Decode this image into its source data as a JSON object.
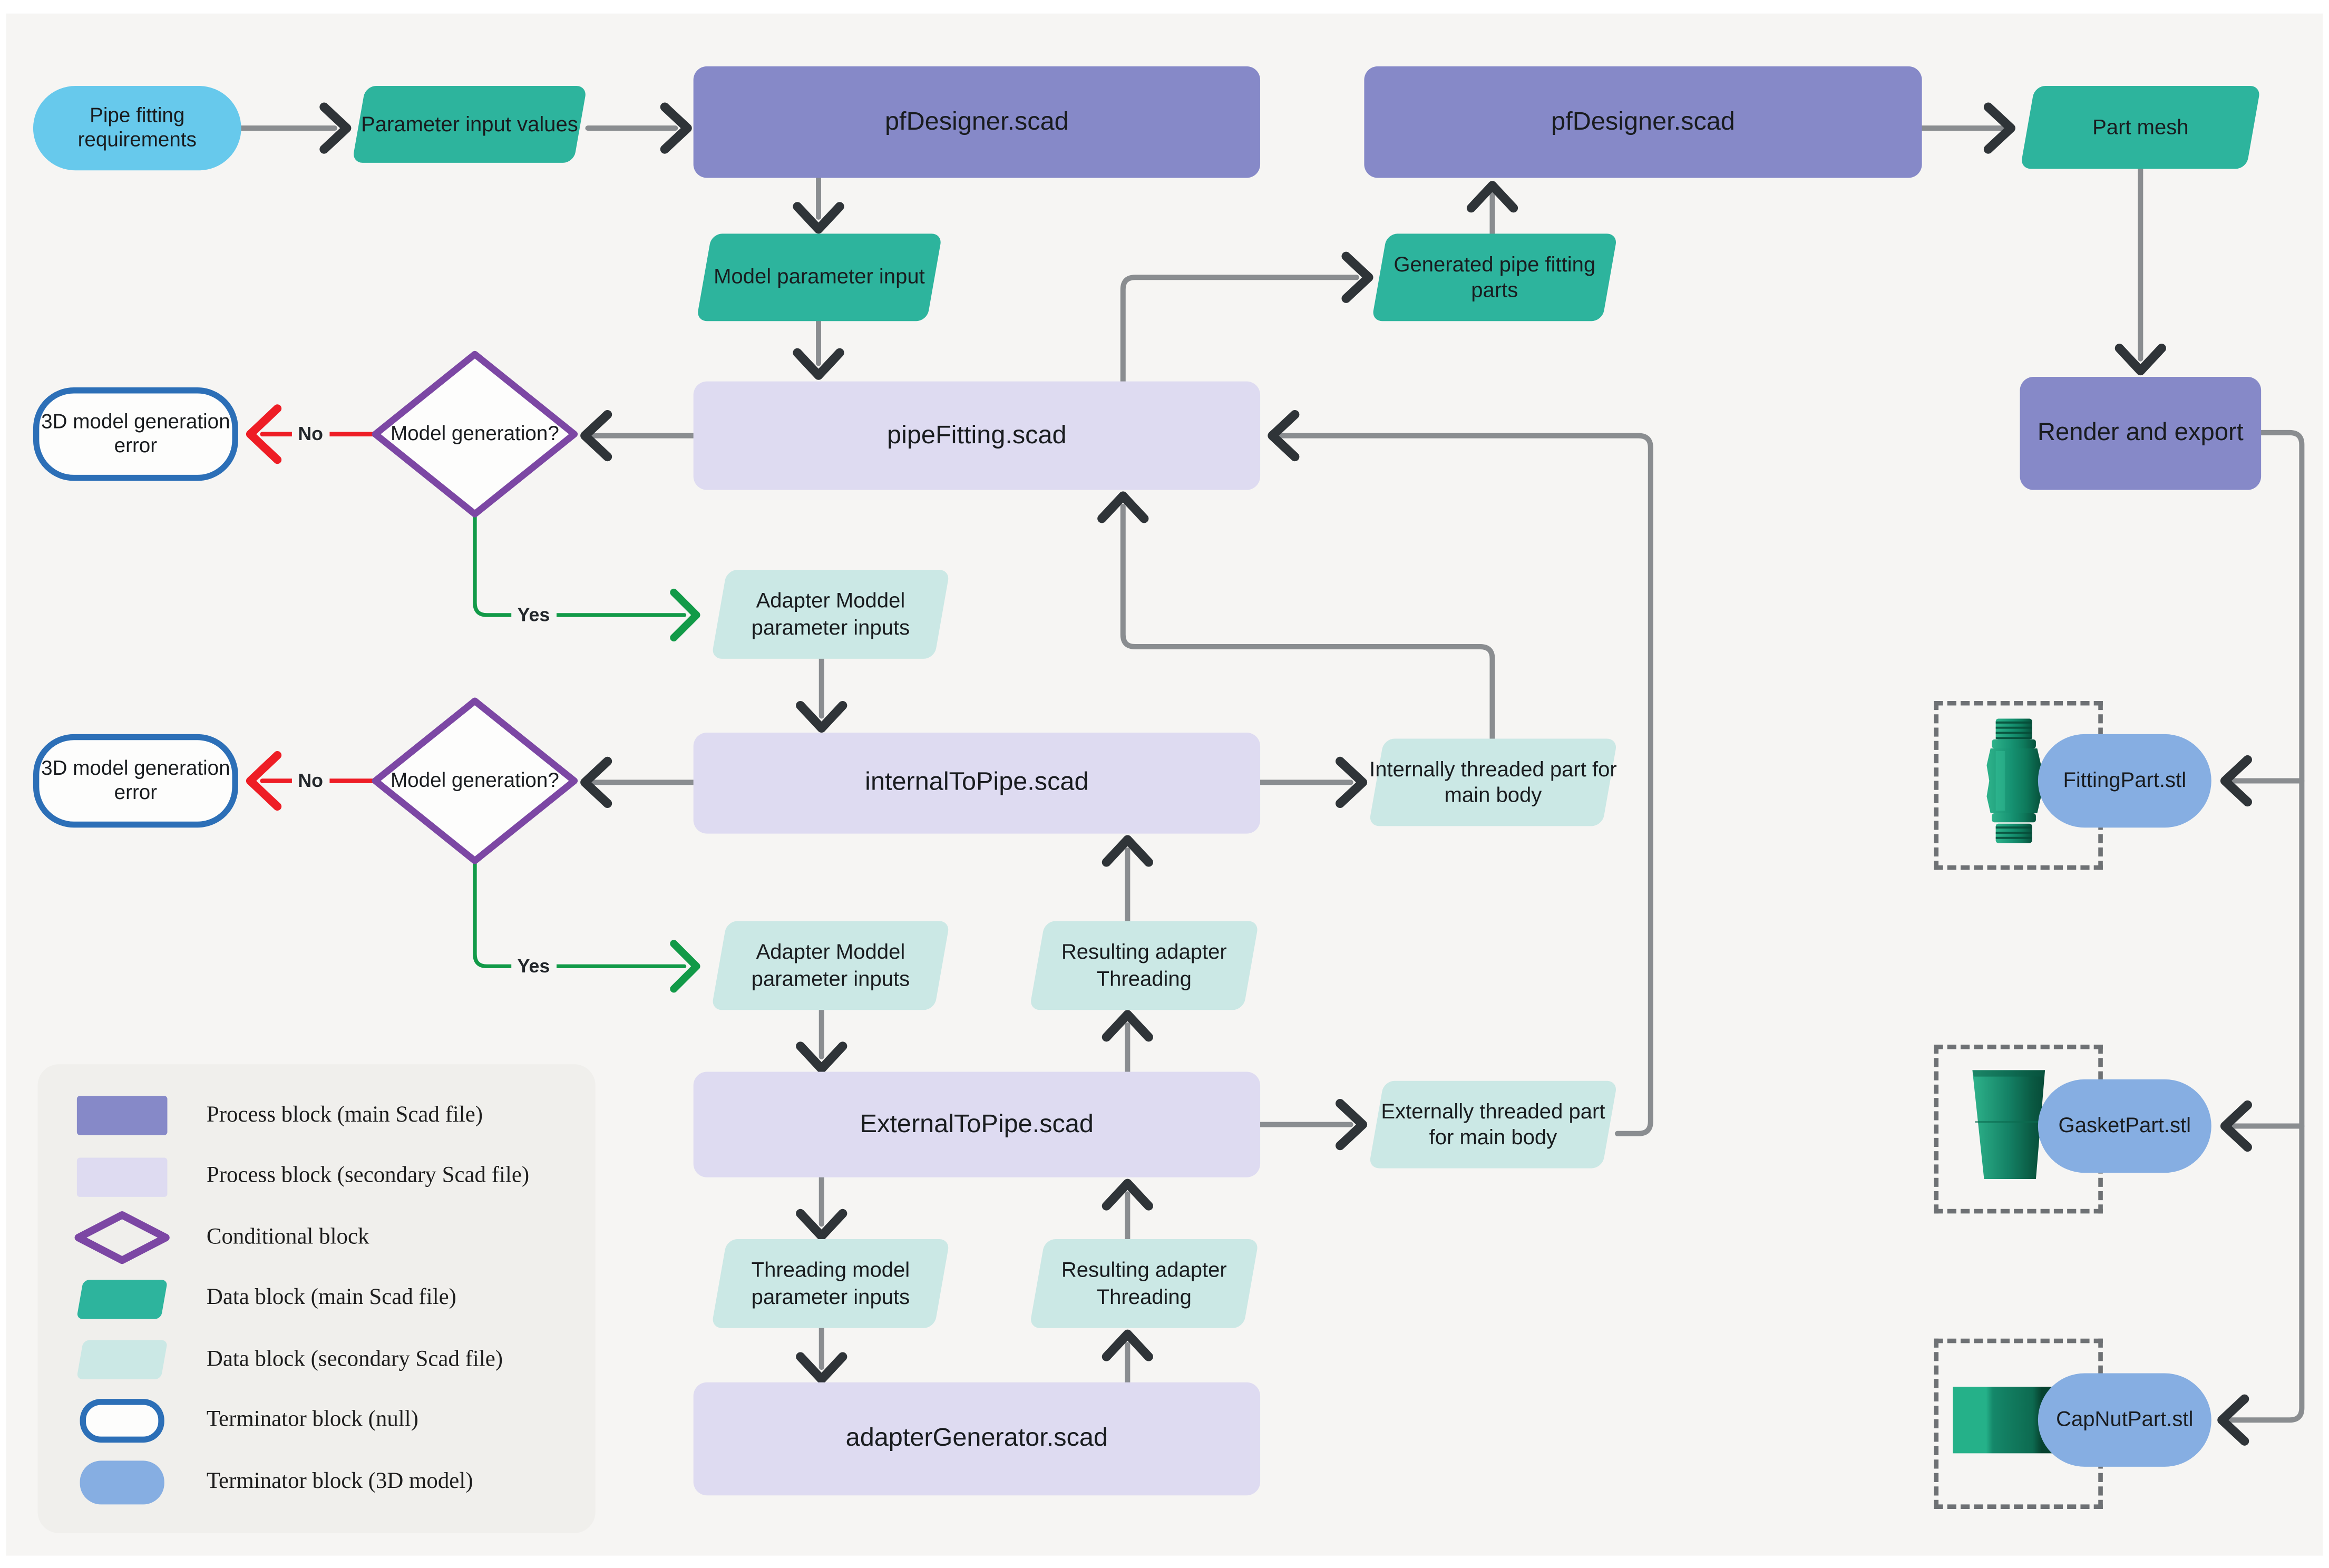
{
  "nodes": {
    "start": "Pipe fitting requirements",
    "param_values": "Parameter input values",
    "pf_designer_main": "pfDesigner.scad",
    "pf_designer_render": "pfDesigner.scad",
    "part_mesh": "Part mesh",
    "model_param_input": "Model parameter input",
    "generated_parts": "Generated pipe fitting parts",
    "pipe_fitting": "pipeFitting.scad",
    "render_export": "Render and export",
    "error_1": "3D model generation error",
    "error_2": "3D model generation error",
    "cond_1": "Model generation?",
    "cond_2": "Model generation?",
    "adapter_inputs_1": "Adapter Moddel parameter inputs",
    "adapter_inputs_2": "Adapter Moddel parameter inputs",
    "internal_to_pipe": "internalToPipe.scad",
    "internally_threaded": "Internally threaded part for main body",
    "resulting_threading_1": "Resulting adapter Threading",
    "resulting_threading_2": "Resulting adapter Threading",
    "external_to_pipe": "ExternalToPipe.scad",
    "externally_threaded": "Externally threaded part for main body",
    "threading_inputs": "Threading model parameter inputs",
    "adapter_generator": "adapterGenerator.scad",
    "fitting_part": "FittingPart.stl",
    "gasket_part": "GasketPart.stl",
    "capnut_part": "CapNutPart.stl"
  },
  "edge_labels": {
    "cond1_no": "No",
    "cond1_yes": "Yes",
    "cond2_no": "No",
    "cond2_yes": "Yes"
  },
  "legend": {
    "items": [
      {
        "shape": "process-main",
        "label": "Process block (main Scad file)"
      },
      {
        "shape": "process-secondary",
        "label": "Process block (secondary Scad file)"
      },
      {
        "shape": "conditional",
        "label": "Conditional block"
      },
      {
        "shape": "data-main",
        "label": "Data block (main Scad file)"
      },
      {
        "shape": "data-secondary",
        "label": "Data block (secondary Scad file)"
      },
      {
        "shape": "terminator-null",
        "label": "Terminator block (null)"
      },
      {
        "shape": "terminator-3d",
        "label": "Terminator block (3D model)"
      }
    ]
  },
  "colors": {
    "background": "#f6f5f3",
    "process_main": "#8689c8",
    "process_secondary": "#dedbf1",
    "data_main": "#2db49d",
    "data_secondary": "#cbe8e5",
    "conditional_stroke": "#7c47a4",
    "terminator_null_border": "#2c6fb7",
    "terminator_3d_fill": "#86aee2",
    "start_fill": "#67c9ec",
    "line_gray": "#8a8d90",
    "arrowhead_dark": "#2f3438",
    "no_edge_red": "#ee1d25",
    "yes_edge_green": "#129a48",
    "model_render_green": "#179a74"
  }
}
